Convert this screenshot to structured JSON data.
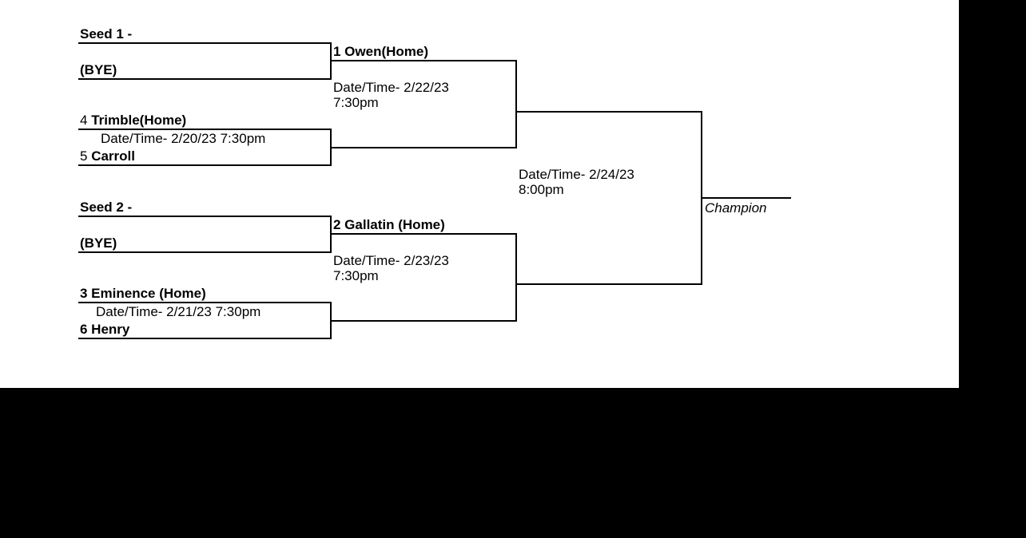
{
  "bracket": {
    "top": {
      "seed_label": "Seed 1 -",
      "bye": "(BYE)",
      "winner_home": "1 Owen(Home)",
      "winner_date": "Date/Time- 2/22/23",
      "winner_time": "7:30pm",
      "team_a_seed": "4",
      "team_a": "Trimble(Home)",
      "game_date": "Date/Time- 2/20/23 7:30pm",
      "team_b_seed": "5",
      "team_b": "Carroll"
    },
    "bottom": {
      "seed_label": "Seed 2 -",
      "bye": "(BYE)",
      "winner_home": "2 Gallatin (Home)",
      "winner_date": "Date/Time- 2/23/23",
      "winner_time": "7:30pm",
      "team_a": "3 Eminence (Home)",
      "game_date": "Date/Time- 2/21/23 7:30pm",
      "team_b": "6 Henry"
    },
    "final": {
      "date": "Date/Time- 2/24/23",
      "time": "8:00pm",
      "champion_label": "Champion"
    }
  }
}
